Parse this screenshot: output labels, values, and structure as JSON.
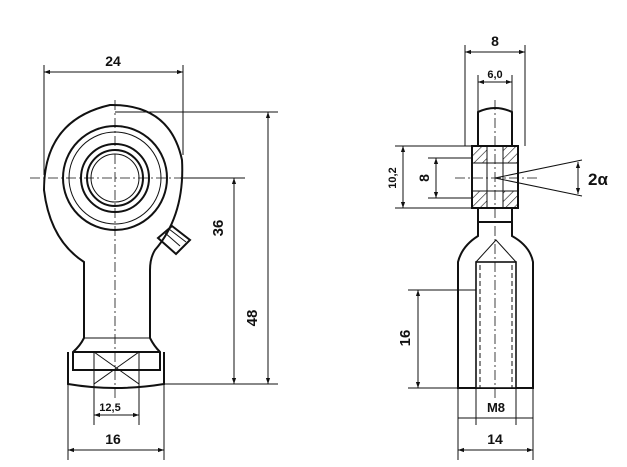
{
  "labels": {
    "overall_width": "24",
    "eye_center_height": "36",
    "overall_height": "48",
    "hex_across_flats": "12,5",
    "neck_width": "16",
    "ring_width": "8",
    "ball_width": "6,0",
    "bore_diameter_outer": "10,2",
    "bore_diameter": "8",
    "tilt_angle": "2α",
    "thread_length": "16",
    "thread_size": "M8",
    "shank_width": "14"
  }
}
